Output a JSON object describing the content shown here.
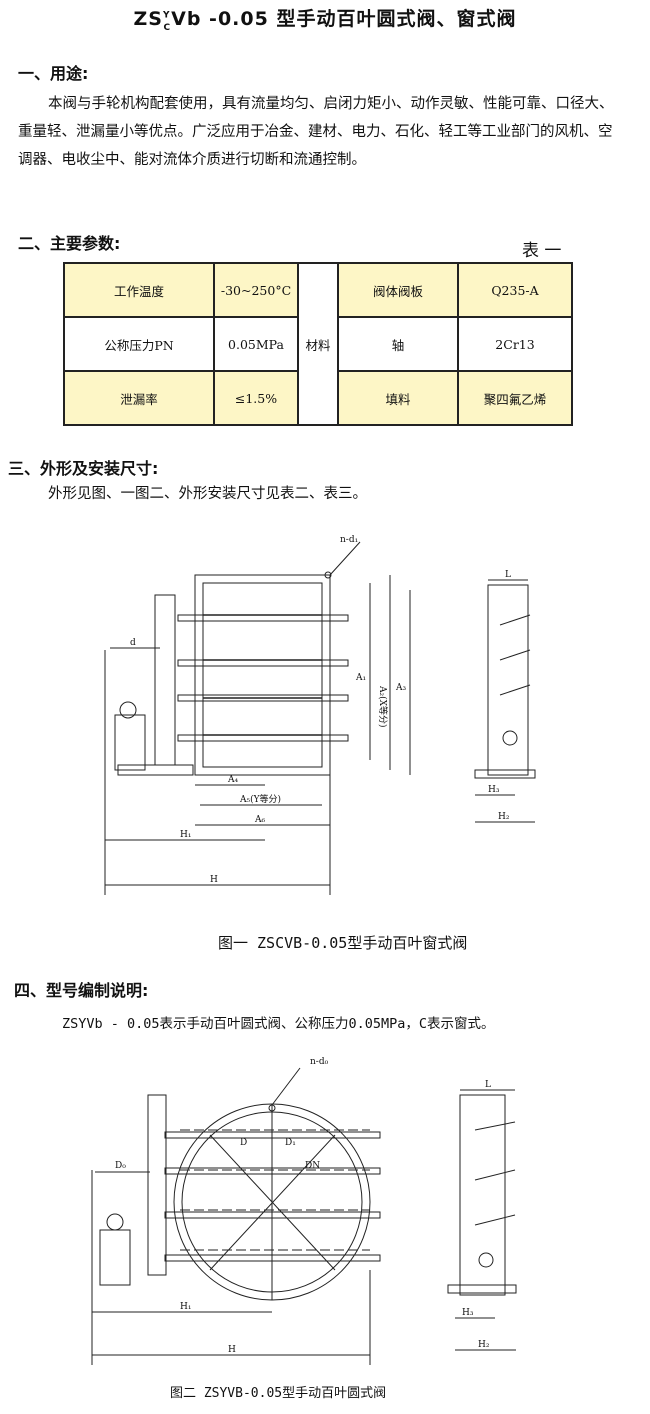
{
  "title": {
    "prefix": "ZS",
    "sup": "Y",
    "sub": "C",
    "rest": "Vb -0.05 型手动百叶圆式阀、窗式阀"
  },
  "sections": [
    {
      "heading": "一、用途:",
      "body": "本阀与手轮机构配套使用，具有流量均匀、启闭力矩小、动作灵敏、性能可靠、口径大、重量轻、泄漏量小等优点。广泛应用于冶金、建材、电力、石化、轻工等工业部门的风机、空调器、电收尘中、能对流体介质进行切断和流通控制。"
    },
    {
      "heading": "二、主要参数:",
      "table_label": "表 一"
    },
    {
      "heading": "三、外形及安装尺寸:",
      "body": "外形见图、一图二、外形安装尺寸见表二、表三。"
    },
    {
      "heading": "四、型号编制说明:",
      "body": "ZSYVb - 0.05表示手动百叶圆式阀、公称压力0.05MPa，C表示窗式。"
    }
  ],
  "table": {
    "rows": [
      [
        "工作温度",
        "-30~250°C",
        "阀体阀板",
        "Q235-A"
      ],
      [
        "公称压力PN",
        "0.05MPa",
        "轴",
        "2Cr13"
      ],
      [
        "泄漏率",
        "≤1.5%",
        "填料",
        "聚四氟乙烯"
      ]
    ],
    "merged": "材料"
  },
  "figure1": {
    "caption": "图一  ZSCVB-0.05型手动百叶窗式阀",
    "labels": {
      "nd": "n-d₁",
      "d": "d",
      "a1": "A₁",
      "a2": "A₂(X等分)",
      "a3": "A₃",
      "a4": "A₄",
      "a5": "A₅(Y等分)",
      "a6": "A₆",
      "h1": "H₁",
      "h": "H",
      "l": "L",
      "h3": "H₃",
      "h2": "H₂"
    }
  },
  "figure2": {
    "caption": "图二 ZSYVB-0.05型手动百叶圆式阀",
    "labels": {
      "nd": "n-d₀",
      "D": "D",
      "d1": "D₁",
      "dn": "DN",
      "d0": "D₀",
      "h1": "H₁",
      "h": "H",
      "l": "L",
      "h3": "H₃",
      "h2": "H₂"
    }
  },
  "colors": {
    "table_highlight": "#fdf6c6"
  }
}
